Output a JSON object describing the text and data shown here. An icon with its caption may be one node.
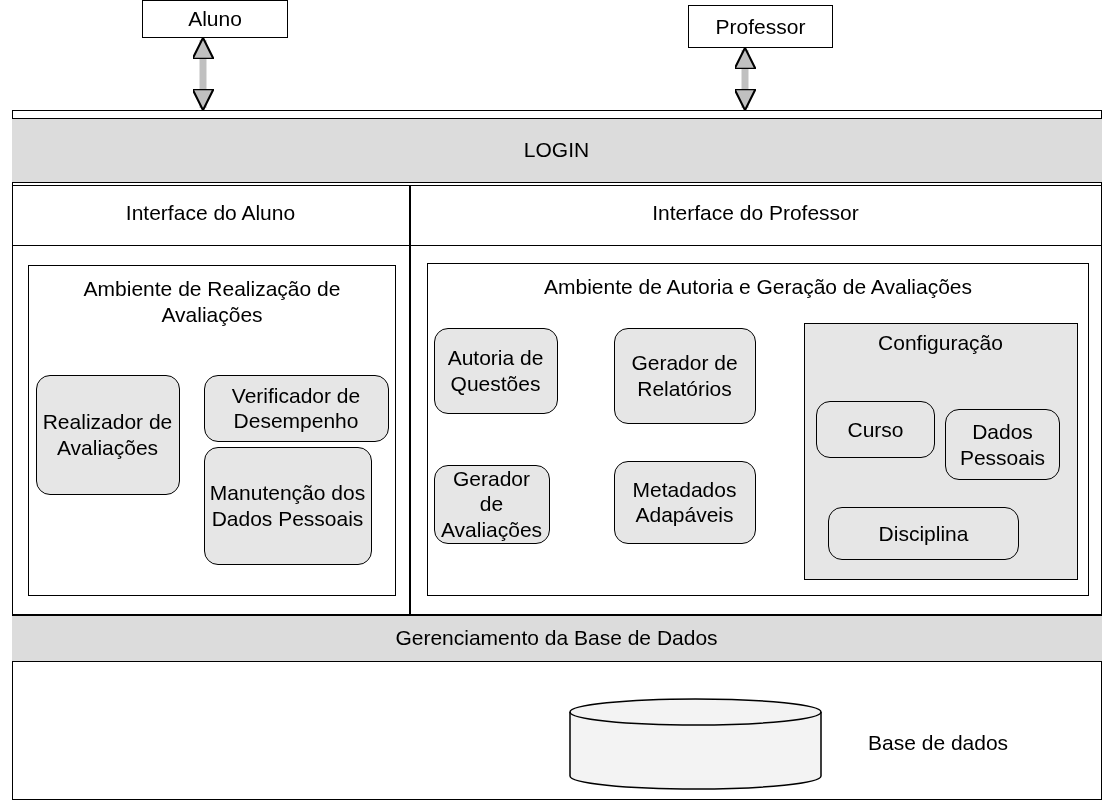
{
  "diagram": {
    "nodes": [
      {
        "text": [
          "Aluno"
        ]
      },
      {
        "text": [
          "Professor"
        ]
      },
      {
        "text": [],
        "shape": "box"
      },
      {
        "text": [
          "LOGIN"
        ],
        "in": 2
      },
      {
        "text": [
          "Interface do Aluno"
        ],
        "in": 2
      },
      {
        "text": [
          "Interface do Professor"
        ],
        "in": 2
      },
      {
        "text": [
          "Ambiente de Realização de Avaliações"
        ],
        "in": 4
      },
      {
        "text": [
          "Realizador de Avaliações"
        ],
        "in": 6
      },
      {
        "text": [
          "Verificador de Desempenho"
        ],
        "in": 6
      },
      {
        "text": [
          "Manutenção dos Dados Pessoais"
        ],
        "in": 6
      },
      {
        "text": [
          "Ambiente de Autoria e Geração de Avaliações"
        ],
        "in": 5
      },
      {
        "text": [
          "Autoria de Questões"
        ],
        "in": 10
      },
      {
        "text": [
          "Gerador de Relatórios"
        ],
        "in": 10
      },
      {
        "text": [
          "Configuração"
        ],
        "in": 10
      },
      {
        "text": [
          "Curso"
        ],
        "in": 13
      },
      {
        "text": [
          "Dados Pessoais"
        ],
        "in": 13
      },
      {
        "text": [
          "Disciplina"
        ],
        "in": 13
      },
      {
        "text": [
          "Gerador de Avaliações"
        ],
        "in": 10
      },
      {
        "text": [
          "Metadados Adapáveis"
        ],
        "in": 10
      },
      {
        "text": [
          "Gerenciamento da Base de Dados"
        ],
        "in": 2
      },
      {
        "text": [],
        "shape": "cylinder",
        "in": 2,
        "beside": [
          "Base de dados"
        ]
      }
    ],
    "edges": [
      {
        "from": 0,
        "to": 2,
        "arrow": "both"
      },
      {
        "from": 1,
        "to": 2,
        "arrow": "both"
      }
    ]
  }
}
